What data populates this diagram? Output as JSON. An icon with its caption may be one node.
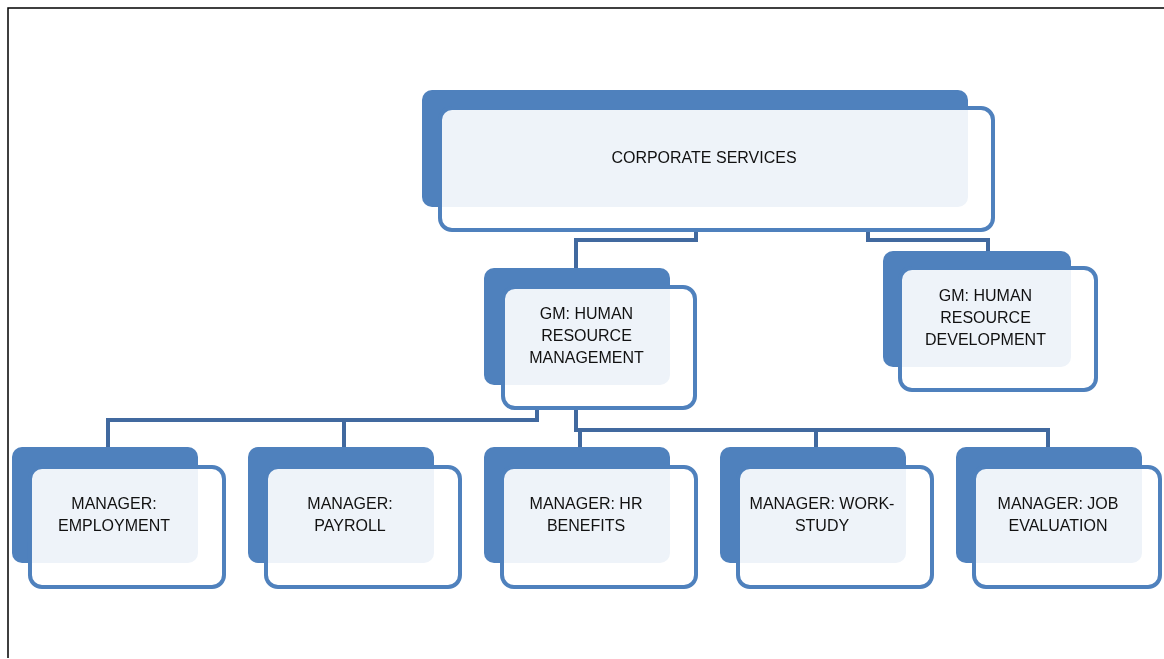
{
  "diagram": {
    "nodes": [
      {
        "text": [
          "CORPORATE SERVICES"
        ]
      },
      {
        "text": [
          "GM: HUMAN RESOURCE MANAGEMENT"
        ]
      },
      {
        "text": [
          "GM: HUMAN RESOURCE DEVELOPMENT"
        ]
      },
      {
        "text": [
          "MANAGER: EMPLOYMENT"
        ]
      },
      {
        "text": [
          "MANAGER: PAYROLL"
        ]
      },
      {
        "text": [
          "MANAGER: HR BENEFITS"
        ]
      },
      {
        "text": [
          "MANAGER: WORK-STUDY"
        ]
      },
      {
        "text": [
          "MANAGER: JOB EVALUATION"
        ]
      }
    ],
    "edges": [
      {
        "from": 0,
        "to": 1,
        "arrow": "none"
      },
      {
        "from": 0,
        "to": 2,
        "arrow": "none"
      },
      {
        "from": 1,
        "to": 3,
        "arrow": "none"
      },
      {
        "from": 1,
        "to": 4,
        "arrow": "none"
      },
      {
        "from": 1,
        "to": 5,
        "arrow": "none"
      },
      {
        "from": 1,
        "to": 6,
        "arrow": "none"
      },
      {
        "from": 1,
        "to": 7,
        "arrow": "none"
      }
    ]
  }
}
